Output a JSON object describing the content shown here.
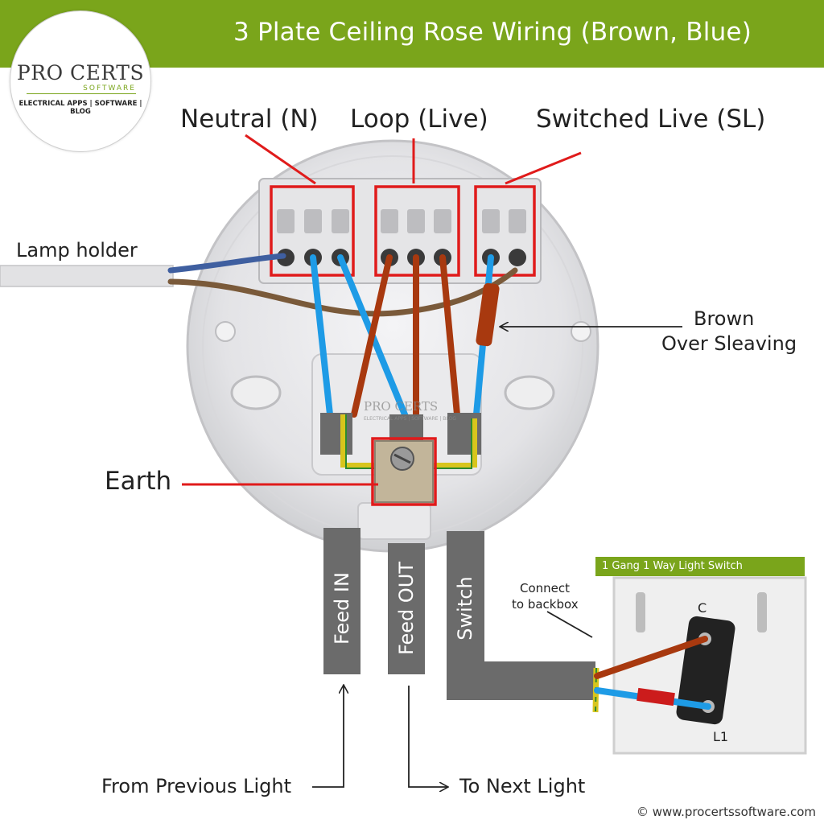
{
  "header": {
    "title": "3 Plate Ceiling Rose Wiring (Brown, Blue)"
  },
  "logo": {
    "name": "PRO CERTS",
    "sub": "SOFTWARE",
    "tagline": "ELECTRICAL APPS | SOFTWARE | BLOG"
  },
  "terminals": {
    "neutral": "Neutral (N)",
    "loop": "Loop (Live)",
    "switched_live": "Switched Live (SL)"
  },
  "labels": {
    "lamp_holder": "Lamp holder",
    "brown_sleeving_1": "Brown",
    "brown_sleeving_2": "Over Sleaving",
    "earth": "Earth",
    "from_previous": "From Previous Light",
    "to_next": "To Next Light",
    "connect_backbox_1": "Connect",
    "connect_backbox_2": "to backbox",
    "switch_c": "C",
    "switch_l1": "L1"
  },
  "cables": {
    "feed_in": "Feed IN",
    "feed_out": "Feed OUT",
    "switch": "Switch"
  },
  "switch_panel": {
    "title": "1 Gang 1 Way Light Switch"
  },
  "footer": {
    "copyright": "© www.procertssoftware.com"
  },
  "colors": {
    "brand_green": "#7aa51b",
    "highlight_red": "#e01b1b",
    "wire_blue": "#1e9be6",
    "wire_brown": "#a8390f",
    "cable_grey": "#6b6b6b",
    "earth_green_yellow": "#d8c51c"
  },
  "icons": {
    "arrows": "arrow-icon",
    "switch": "light-switch-icon",
    "ceiling_rose": "ceiling-rose-icon"
  }
}
